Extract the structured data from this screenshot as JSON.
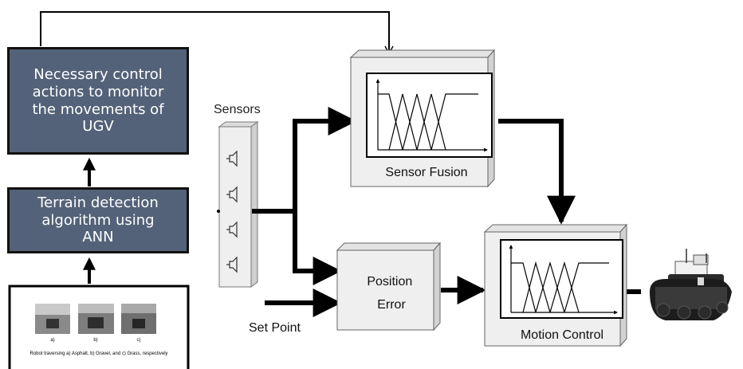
{
  "boxes": {
    "control_actions": "Necessary control\nactions to monitor\nthe movements of\nUGV",
    "terrain_detection": "Terrain detection\nalgorithm using\nANN"
  },
  "photo_panel": {
    "sublabels": [
      "a)",
      "b)",
      "c)"
    ],
    "caption": "Robot traversing a) Asphalt, b) Gravel, and c) Grass, respectively"
  },
  "labels": {
    "sensors": "Sensors",
    "sensor_fusion": "Sensor Fusion",
    "position_error": "Position\nError",
    "set_point": "Set Point",
    "motion_control": "Motion Control"
  },
  "colors": {
    "box_fill": "#536278",
    "box_border": "#111111",
    "block_face": "#efefef",
    "arrow": "#000000"
  },
  "icons": {
    "sensor": "speaker-icon",
    "fuzzy_plot": "membership-function-chart-icon",
    "robot": "tracked-robot-icon"
  }
}
